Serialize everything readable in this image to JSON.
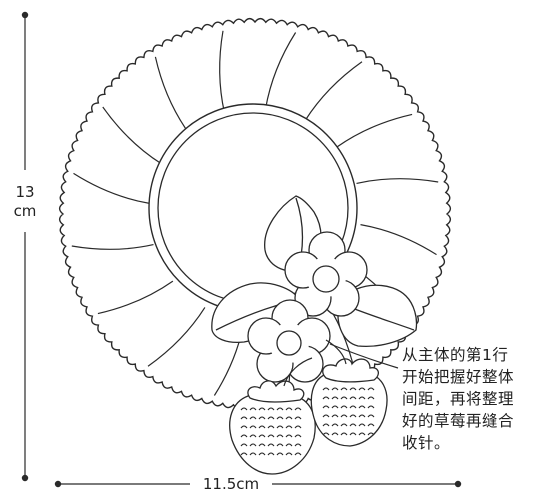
{
  "dimensions": {
    "height_value": "13",
    "height_unit": "cm",
    "width_label": "11.5cm"
  },
  "note": {
    "lines": [
      "从主体的第1行",
      "开始把握好整体",
      "间距，再将整理",
      "好的草莓再缝合",
      "收针。"
    ]
  },
  "colors": {
    "line": "#2a2a2a",
    "background": "#ffffff"
  }
}
